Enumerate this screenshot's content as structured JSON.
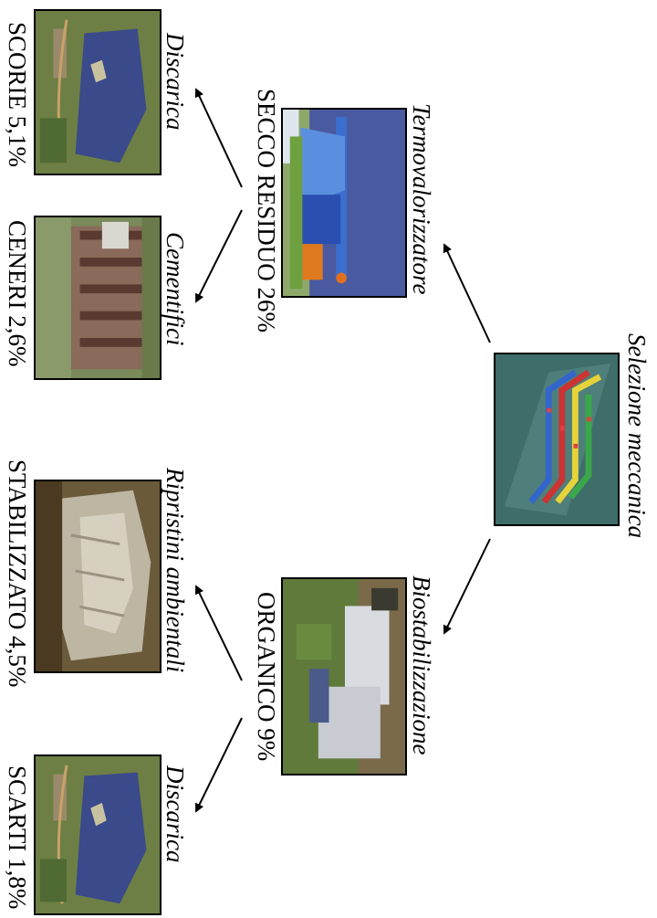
{
  "root": {
    "process": "Selezione meccanica",
    "image": "mechanical-sorting-plant-render"
  },
  "branches": {
    "top": {
      "process": "Termovalorizzatore",
      "material": "SECCO RESIDUO  26%",
      "image": "waste-to-energy-plant-render",
      "outputs": [
        {
          "destination": "Discarica",
          "material": "SCORIE  5,1%",
          "image": "landfill-aerial-photo"
        },
        {
          "destination": "Cementifici",
          "material": "CENERI  2,6%",
          "image": "cement-plant-photo"
        }
      ]
    },
    "bottom": {
      "process": "Biostabilizzazione",
      "material": "ORGANICO  9%",
      "image": "biostabilization-plant-aerial-photo",
      "outputs": [
        {
          "destination": "Ripristini ambientali",
          "material": "STABILIZZATO  4,5%",
          "image": "quarry-aerial-photo"
        },
        {
          "destination": "Discarica",
          "material": "SCARTI  1,8%",
          "image": "landfill-aerial-photo"
        }
      ]
    }
  },
  "colors": {
    "line": "#000000",
    "landfill_water": "#3a4a8a",
    "grass": "#5f7a3a",
    "sky": "#4a5aa0"
  }
}
